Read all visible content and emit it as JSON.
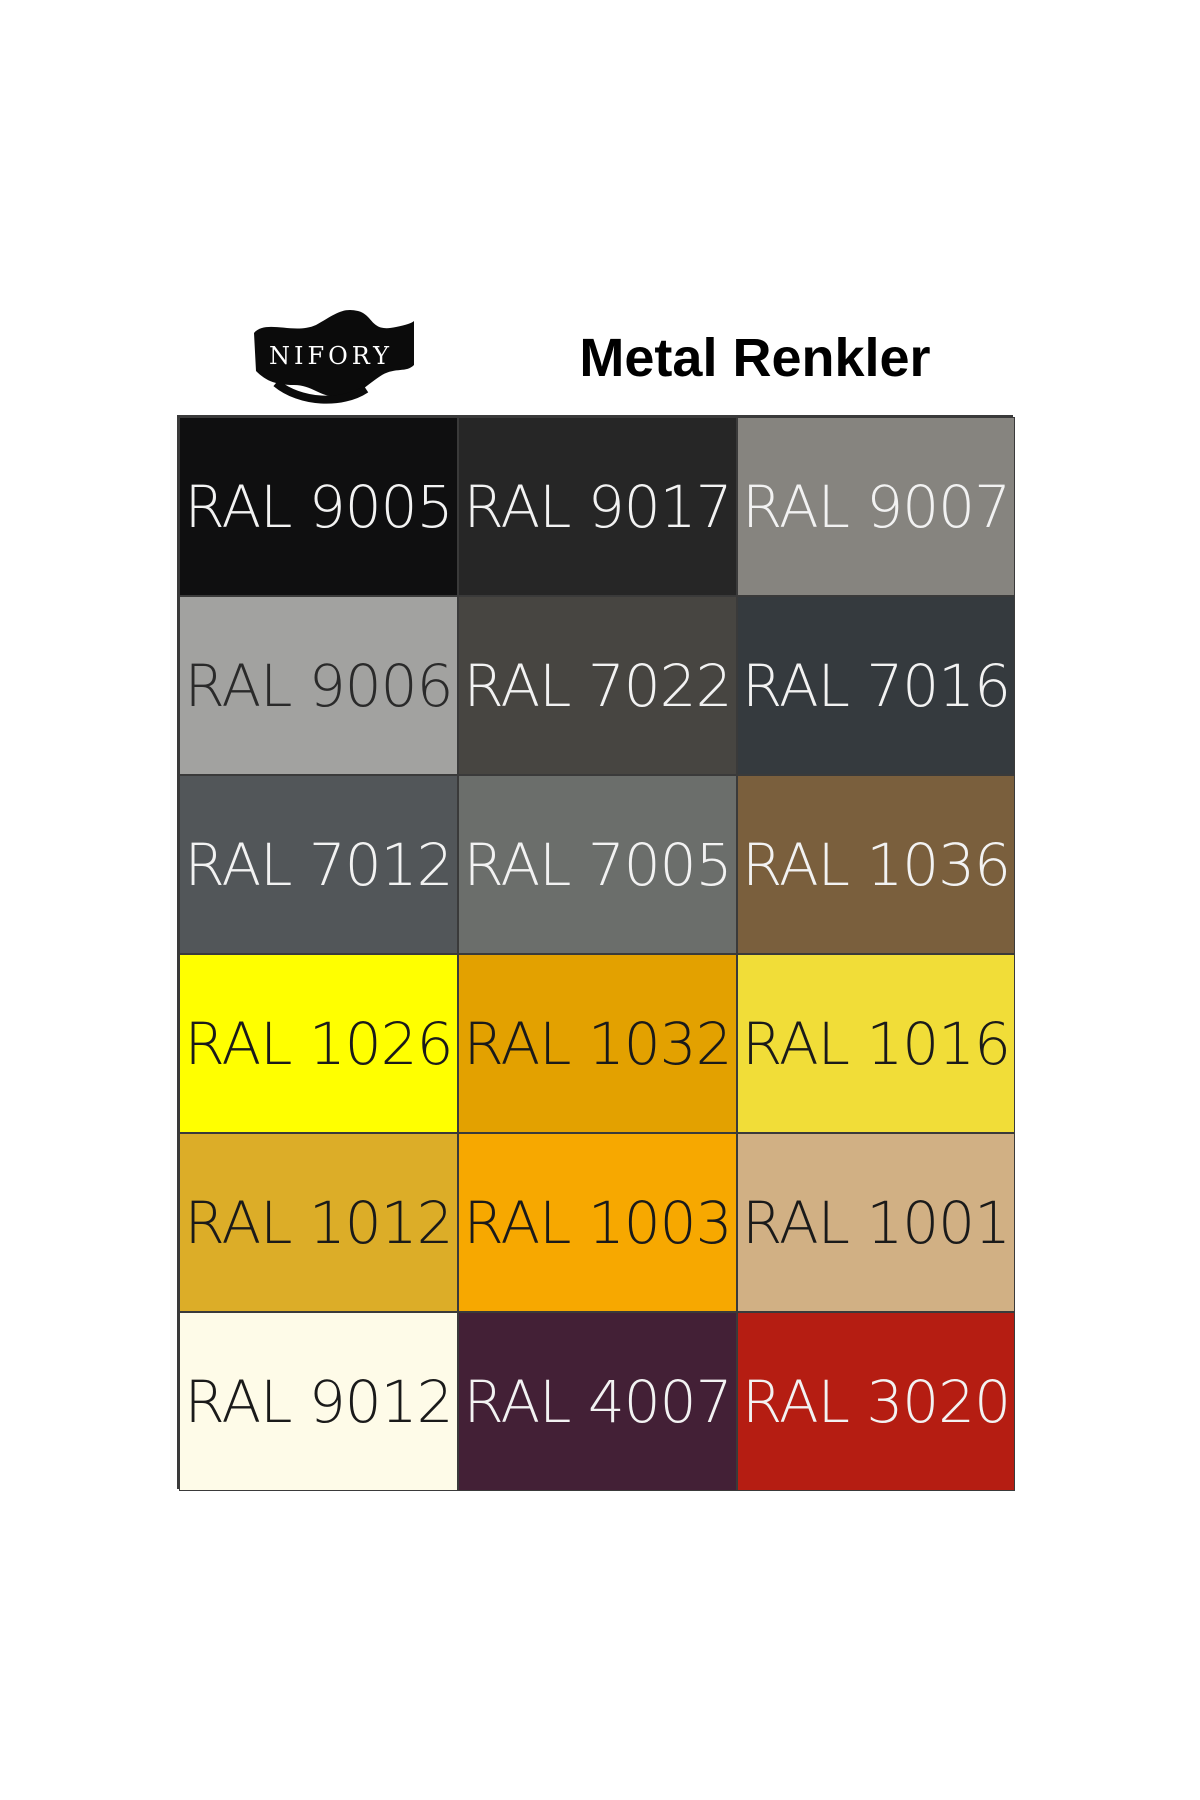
{
  "logo": {
    "text": "NIFORY"
  },
  "title": "Metal Renkler",
  "swatches": [
    {
      "label": "RAL 9005",
      "color": "#0f0f10",
      "text_color": "#f2f2f2"
    },
    {
      "label": "RAL 9017",
      "color": "#262626",
      "text_color": "#f2f2f2"
    },
    {
      "label": "RAL 9007",
      "color": "#86847f",
      "text_color": "#f2f2f2"
    },
    {
      "label": "RAL 9006",
      "color": "#a2a2a0",
      "text_color": "#2a2a2a"
    },
    {
      "label": "RAL 7022",
      "color": "#474541",
      "text_color": "#f2f2f2"
    },
    {
      "label": "RAL 7016",
      "color": "#353a3e",
      "text_color": "#f2f2f2"
    },
    {
      "label": "RAL 7012",
      "color": "#525659",
      "text_color": "#f2f2f2"
    },
    {
      "label": "RAL 7005",
      "color": "#6b6e6b",
      "text_color": "#f2f2f2"
    },
    {
      "label": "RAL 1036",
      "color": "#7a5f3d",
      "text_color": "#f2f2f2"
    },
    {
      "label": "RAL 1026",
      "color": "#ffff00",
      "text_color": "#1a1a1a"
    },
    {
      "label": "RAL 1032",
      "color": "#e3a100",
      "text_color": "#1a1a1a"
    },
    {
      "label": "RAL 1016",
      "color": "#f1dd38",
      "text_color": "#1a1a1a"
    },
    {
      "label": "RAL 1012",
      "color": "#dcad28",
      "text_color": "#1a1a1a"
    },
    {
      "label": "RAL 1003",
      "color": "#f7a800",
      "text_color": "#1a1a1a"
    },
    {
      "label": "RAL 1001",
      "color": "#d1b084",
      "text_color": "#1a1a1a"
    },
    {
      "label": "RAL 9012",
      "color": "#fefbe8",
      "text_color": "#1a1a1a"
    },
    {
      "label": "RAL 4007",
      "color": "#432036",
      "text_color": "#f2f2f2"
    },
    {
      "label": "RAL 3020",
      "color": "#b51d12",
      "text_color": "#f2f2f2"
    }
  ]
}
